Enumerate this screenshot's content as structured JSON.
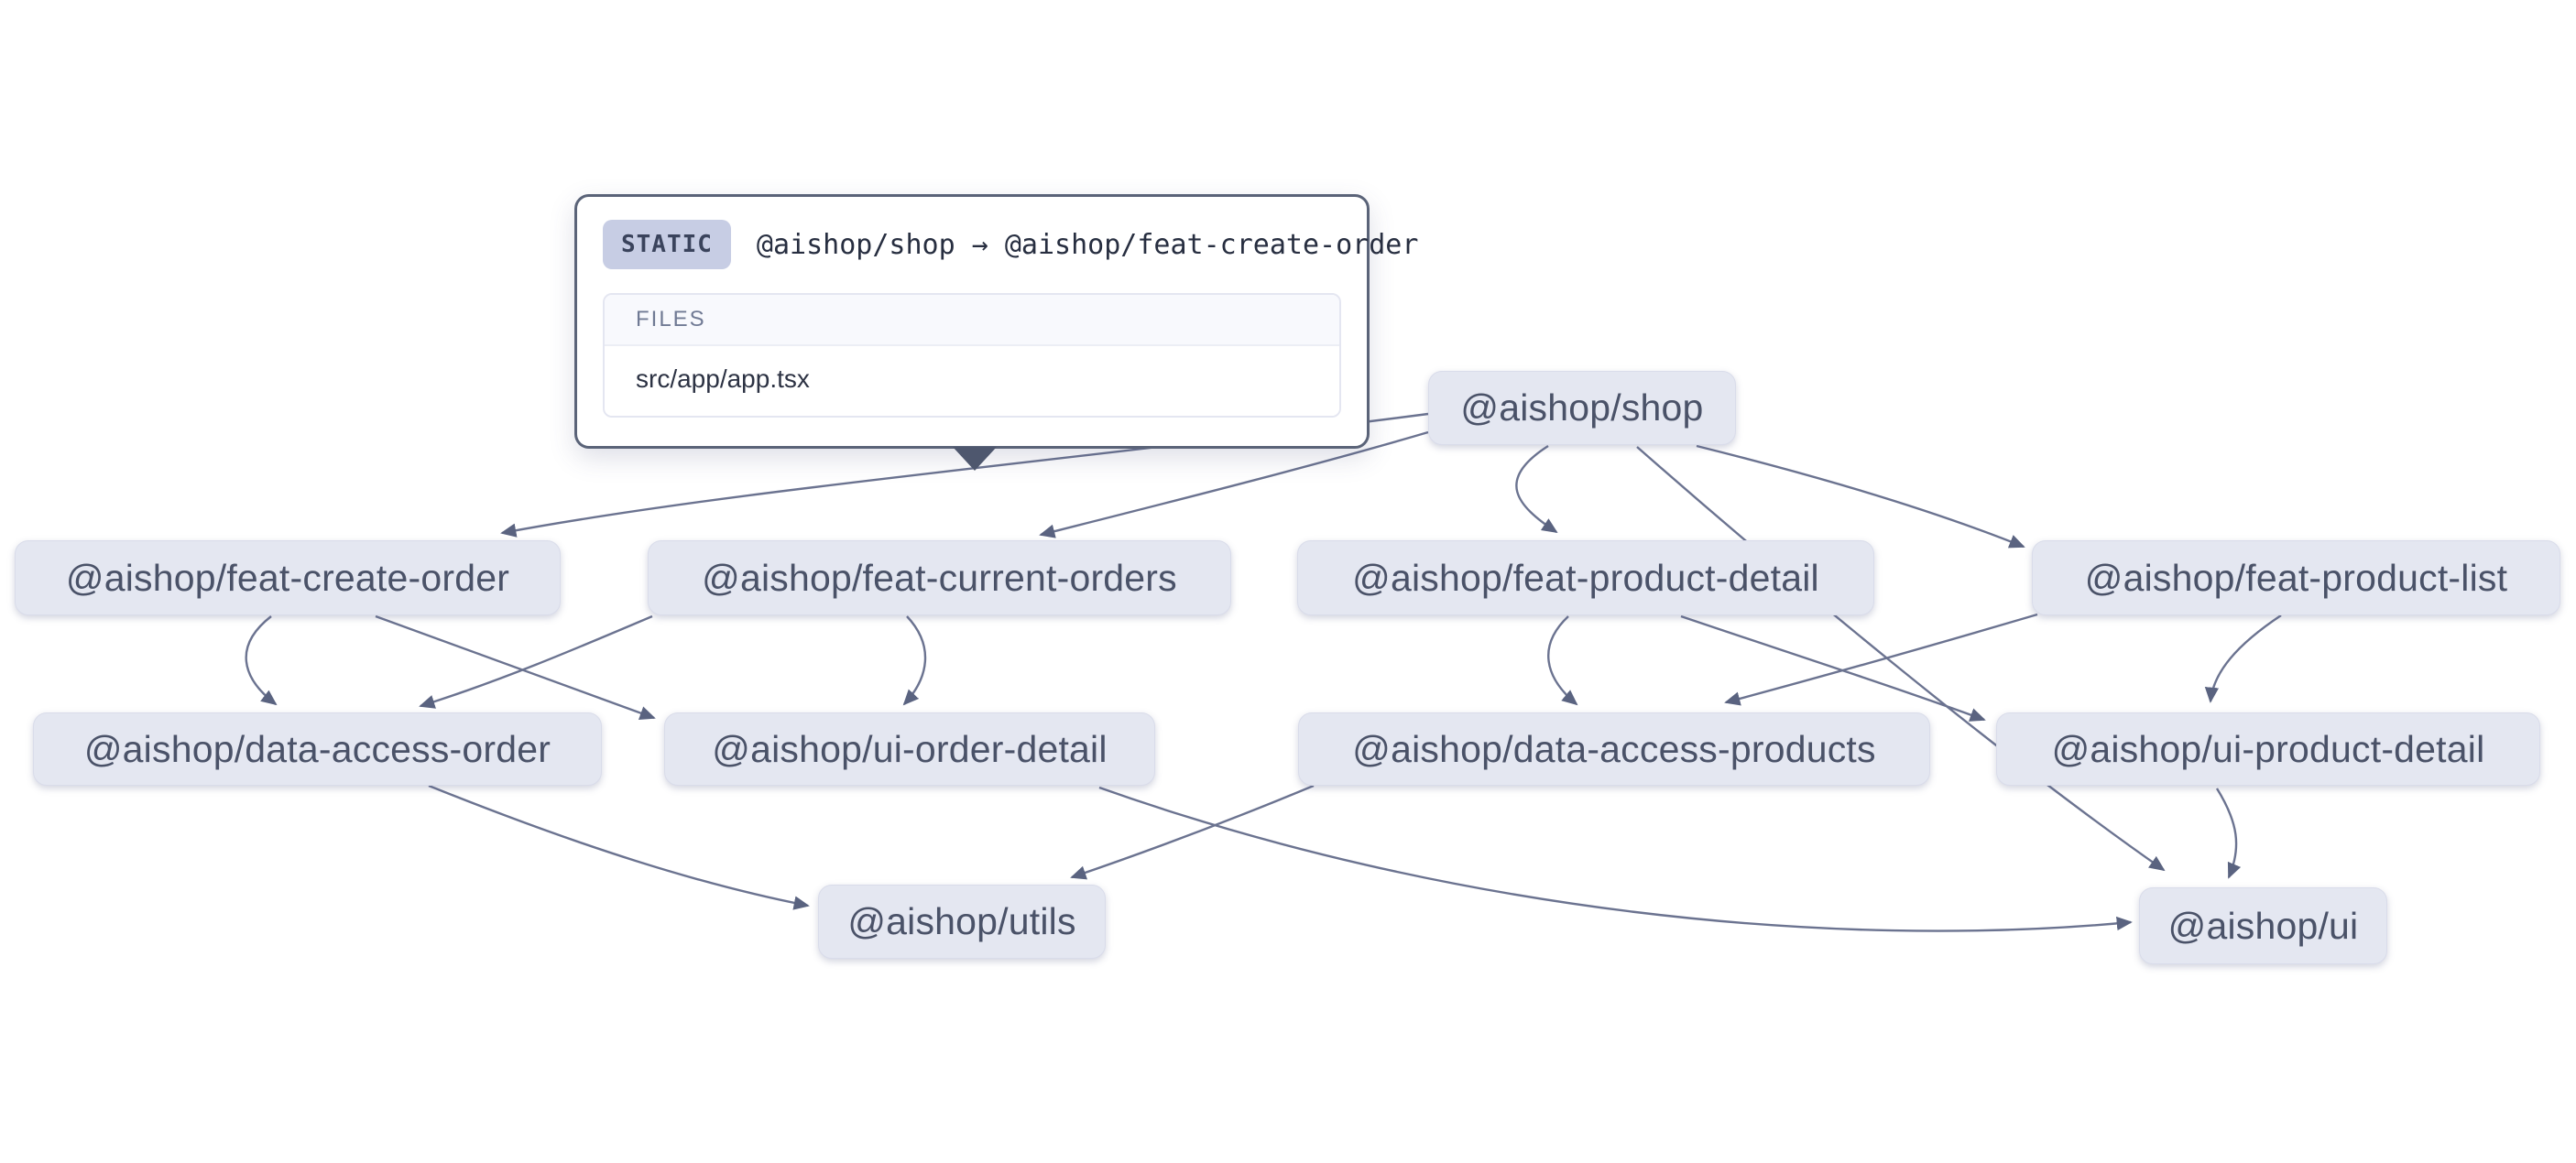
{
  "graph": {
    "nodes": [
      {
        "id": "shop",
        "label": "@aishop/shop"
      },
      {
        "id": "feat-create-order",
        "label": "@aishop/feat-create-order"
      },
      {
        "id": "feat-current-orders",
        "label": "@aishop/feat-current-orders"
      },
      {
        "id": "feat-product-detail",
        "label": "@aishop/feat-product-detail"
      },
      {
        "id": "feat-product-list",
        "label": "@aishop/feat-product-list"
      },
      {
        "id": "data-access-order",
        "label": "@aishop/data-access-order"
      },
      {
        "id": "ui-order-detail",
        "label": "@aishop/ui-order-detail"
      },
      {
        "id": "data-access-products",
        "label": "@aishop/data-access-products"
      },
      {
        "id": "ui-product-detail",
        "label": "@aishop/ui-product-detail"
      },
      {
        "id": "utils",
        "label": "@aishop/utils"
      },
      {
        "id": "ui",
        "label": "@aishop/ui"
      }
    ],
    "edges": [
      {
        "source": "shop",
        "target": "feat-create-order"
      },
      {
        "source": "shop",
        "target": "feat-current-orders"
      },
      {
        "source": "shop",
        "target": "feat-product-detail"
      },
      {
        "source": "shop",
        "target": "feat-product-list"
      },
      {
        "source": "shop",
        "target": "ui"
      },
      {
        "source": "feat-create-order",
        "target": "data-access-order"
      },
      {
        "source": "feat-create-order",
        "target": "ui-order-detail"
      },
      {
        "source": "feat-current-orders",
        "target": "data-access-order"
      },
      {
        "source": "feat-current-orders",
        "target": "ui-order-detail"
      },
      {
        "source": "feat-product-detail",
        "target": "data-access-products"
      },
      {
        "source": "feat-product-detail",
        "target": "ui-product-detail"
      },
      {
        "source": "feat-product-list",
        "target": "data-access-products"
      },
      {
        "source": "feat-product-list",
        "target": "ui-product-detail"
      },
      {
        "source": "data-access-order",
        "target": "utils"
      },
      {
        "source": "data-access-products",
        "target": "utils"
      },
      {
        "source": "ui-order-detail",
        "target": "ui"
      },
      {
        "source": "ui-product-detail",
        "target": "ui"
      }
    ]
  },
  "tooltip": {
    "badge": "STATIC",
    "route": "@aishop/shop → @aishop/feat-create-order",
    "files_header": "FILES",
    "files": [
      "src/app/app.tsx"
    ]
  },
  "colors": {
    "background": "#ffffff",
    "node_fill": "#e4e7f1",
    "node_text": "#4a5268",
    "edge": "#6b7390",
    "arrowhead": "#5a6380",
    "tooltip_border": "#5a6378",
    "badge_bg": "#c7cde4"
  }
}
